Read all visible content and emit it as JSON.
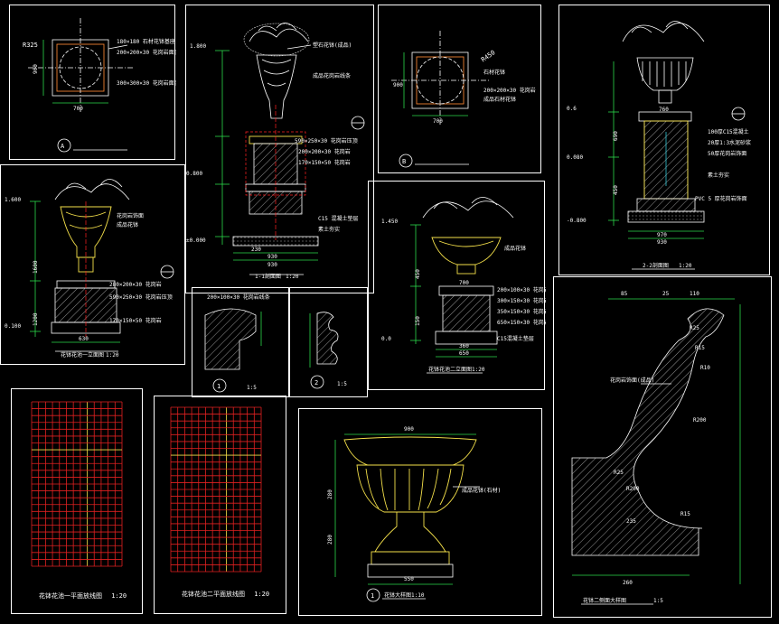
{
  "panels": {
    "plan_a": {
      "label": "A",
      "dims": [
        "R325",
        "900",
        "700"
      ],
      "notes": [
        "180×180 石材花钵基座",
        "200×200×30 花岗岩面层",
        "300×300×30 花岗岩面层"
      ]
    },
    "elev_1": {
      "levels": [
        "1.800",
        "0.800",
        "±0.000"
      ],
      "dims_bottom": [
        "230",
        "930",
        "930"
      ],
      "notes": [
        "塑石花钵(成品)",
        "成品花岗岩线条",
        "590×250×30 花岗岩压顶",
        "200×200×30 花岗岩",
        "170×150×50 花岗岩",
        "C15 混凝土垫层",
        "素土夯实"
      ],
      "title": "1-1剖面图",
      "scale": "1:20"
    },
    "plan_b": {
      "label": "B",
      "dims": [
        "R450",
        "900",
        "700"
      ],
      "notes": [
        "石材花钵",
        "200×200×30 花岗岩",
        "成品石材花钵"
      ]
    },
    "section_2": {
      "levels": [
        "0.6",
        "0.080",
        "-0.800"
      ],
      "dims": [
        "760",
        "970",
        "930",
        "690",
        "450"
      ],
      "notes": [
        "100厚C15混凝土",
        "20厚1:3水泥砂浆",
        "50厚花岗岩饰面",
        "素土夯实",
        "PVC 5 厚花岗岩饰面"
      ],
      "title": "2-2剖面图",
      "scale": "1:20"
    },
    "elev_left": {
      "levels": [
        "1.600",
        "0.100"
      ],
      "dims": [
        "630",
        "1600",
        "1200"
      ],
      "notes": [
        "花岗岩饰面",
        "成品花钵",
        "280×200×30 花岗岩",
        "590×250×30 花岗岩压顶",
        "170×150×50 花岗岩"
      ],
      "title": "花钵花池一立面图",
      "scale": "1:20"
    },
    "detail_1": {
      "label": "1",
      "scale": "1:5",
      "note": "200×100×30 花岗岩线条"
    },
    "detail_2": {
      "label": "2",
      "scale": "1:5"
    },
    "elev_center": {
      "levels": [
        "1.450",
        "0.0"
      ],
      "dims": [
        "700",
        "650",
        "360",
        "150",
        "450"
      ],
      "notes": [
        "成品花钵",
        "200×100×30 花岗岩",
        "300×150×30 花岗岩",
        "350×150×30 花岗岩",
        "650×150×30 花岗岩",
        "C15混凝土垫层"
      ],
      "title": "花钵花池二立面图",
      "scale": "1:20"
    },
    "grid_1": {
      "title": "花钵花池一平面放线图",
      "scale": "1:20"
    },
    "grid_2": {
      "title": "花钵花池二平面放线图",
      "scale": "1:20"
    },
    "urn": {
      "label": "1",
      "title": "花钵大样图",
      "scale": "1:10",
      "dims": [
        "900",
        "550",
        "280",
        "280"
      ],
      "note": "成品花钵(石材)"
    },
    "profile": {
      "title": "花钵二侧面大样图",
      "scale": "1:5",
      "dims": [
        "85",
        "25",
        "110",
        "R25",
        "R15",
        "R10",
        "R200",
        "R25",
        "R200",
        "R15",
        "260",
        "235"
      ],
      "note": "花岗岩饰面(成品)"
    }
  }
}
